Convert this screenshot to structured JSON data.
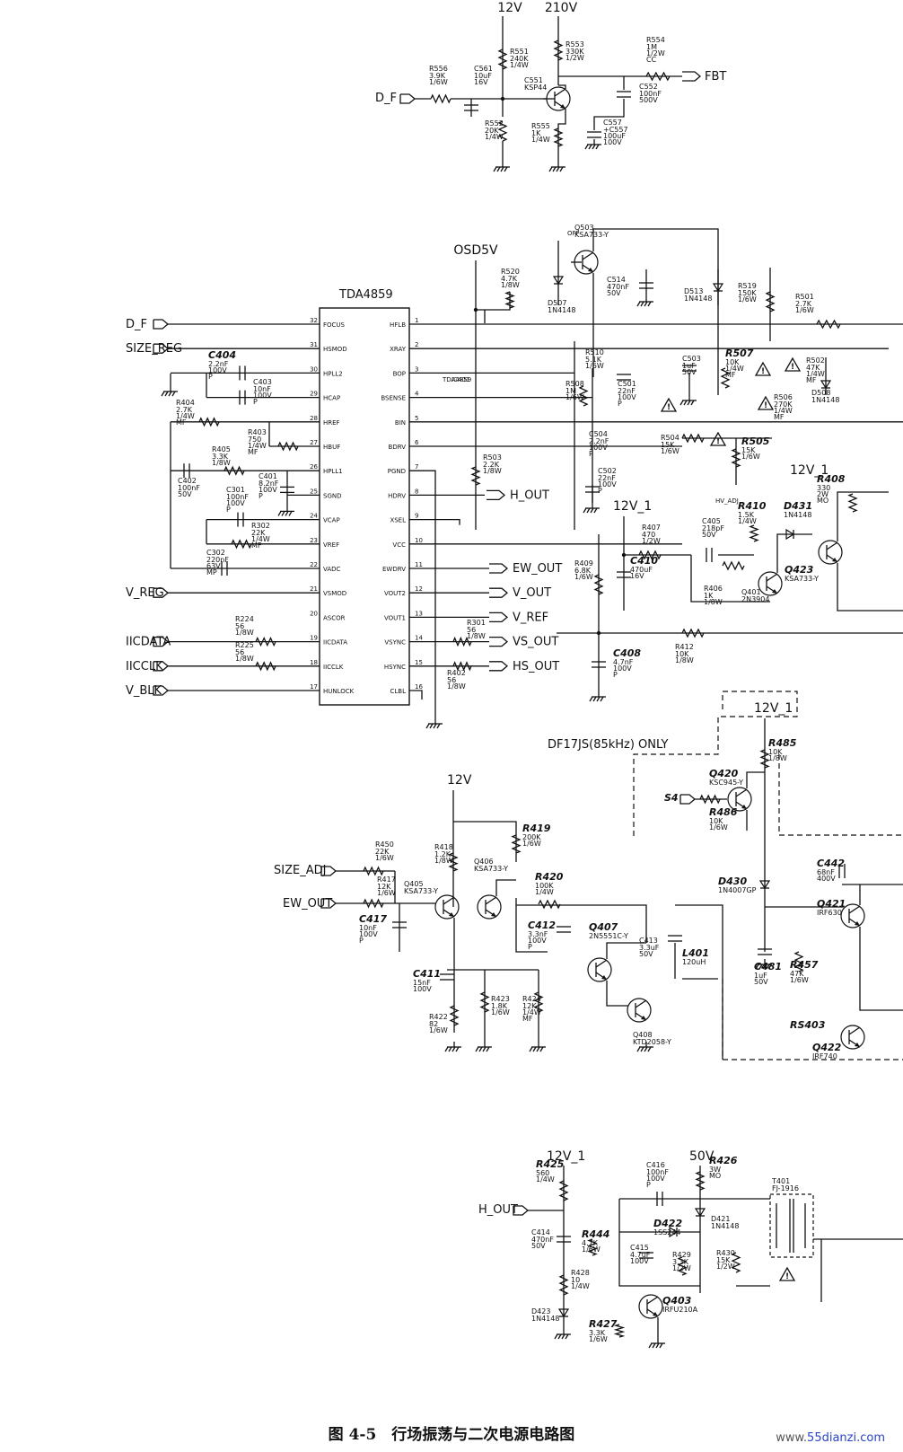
{
  "top": {
    "rails": [
      "12V",
      "210V"
    ],
    "inputs": [
      "D_F"
    ],
    "outputs": [
      "FBT"
    ],
    "parts": [
      {
        "ref": "R556",
        "val": [
          "3.9K",
          "1/6W"
        ]
      },
      {
        "ref": "C561",
        "val": [
          "10uF",
          "16V"
        ]
      },
      {
        "ref": "R551",
        "val": [
          "240K",
          "1/4W"
        ]
      },
      {
        "ref": "R553",
        "val": [
          "330K",
          "1/2W"
        ]
      },
      {
        "ref": "C551",
        "val": [
          "KSP44"
        ]
      },
      {
        "ref": "R554",
        "val": [
          "1M",
          "1/2W",
          "CC"
        ]
      },
      {
        "ref": "C552",
        "val": [
          "100nF",
          "500V"
        ]
      },
      {
        "ref": "R552",
        "val": [
          "20K",
          "1/4W"
        ]
      },
      {
        "ref": "R555",
        "val": [
          "1K",
          "1/4W"
        ]
      },
      {
        "ref": "C557",
        "val": [
          "+C557",
          "100uF",
          "100V"
        ]
      }
    ]
  },
  "tda": {
    "chip": "TDA4859",
    "rail": "OSD5V",
    "left_pins": [
      "FOCUS",
      "HSMOD",
      "HPLL2",
      "HCAP",
      "HREF",
      "HBUF",
      "HPLL1",
      "SGND",
      "VCAP",
      "VREF",
      "VADC",
      "VSMOD",
      "ASCOR",
      "IICDATA",
      "IICCLK",
      "HUNLOCK"
    ],
    "right_pins": [
      "HFLB",
      "XRAY",
      "BOP",
      "BSENSE",
      "BIN",
      "BDRV",
      "PGND",
      "HDRV",
      "XSEL",
      "VCC",
      "EWDRV",
      "VOUT2",
      "VOUT1",
      "VSYNC",
      "HSYNC",
      "CLBL"
    ],
    "left_pin_nums": [
      "32",
      "31",
      "30",
      "29",
      "28",
      "27",
      "26",
      "25",
      "24",
      "23",
      "22",
      "21",
      "20",
      "19",
      "18",
      "17"
    ],
    "right_pin_nums": [
      "1",
      "2",
      "3",
      "4",
      "5",
      "6",
      "7",
      "8",
      "9",
      "10",
      "11",
      "12",
      "13",
      "14",
      "15",
      "16"
    ],
    "inputs": [
      "D_F",
      "SIZE_REG",
      "V_REG",
      "IICDATA",
      "IICCLK",
      "V_BLK"
    ],
    "outputs": [
      "H_OUT",
      "EW_OUT",
      "V_OUT",
      "V_REF",
      "VS_OUT",
      "HS_OUT"
    ],
    "side_label": [
      "TDA4859",
      "IC401"
    ],
    "adj_label": "HV_ADJ",
    "rail2": "12V_1",
    "parts": [
      {
        "ref": "C404",
        "val": [
          "2.2nF",
          "100V",
          "P"
        ]
      },
      {
        "ref": "C403",
        "val": [
          "10nF",
          "100V",
          "P"
        ]
      },
      {
        "ref": "R404",
        "val": [
          "2.7K",
          "1/4W",
          "MF"
        ]
      },
      {
        "ref": "R403",
        "val": [
          "750",
          "1/4W",
          "MF"
        ]
      },
      {
        "ref": "R405",
        "val": [
          "3.3K",
          "1/8W"
        ]
      },
      {
        "ref": "C402",
        "val": [
          "100nF",
          "50V"
        ]
      },
      {
        "ref": "C301",
        "val": [
          "100nF",
          "100V",
          "P"
        ]
      },
      {
        "ref": "C401",
        "val": [
          "8.2nF",
          "100V",
          "P"
        ]
      },
      {
        "ref": "R302",
        "val": [
          "22K",
          "1/4W",
          "MF"
        ]
      },
      {
        "ref": "C302",
        "val": [
          "220nF",
          "63V",
          "MP"
        ]
      },
      {
        "ref": "R224",
        "val": [
          "56",
          "1/8W"
        ]
      },
      {
        "ref": "R225",
        "val": [
          "56",
          "1/8W"
        ]
      },
      {
        "ref": "R520",
        "val": [
          "4.7K",
          "1/8W"
        ]
      },
      {
        "ref": "R503",
        "val": [
          "2.2K",
          "1/8W"
        ]
      },
      {
        "ref": "R301",
        "val": [
          "56",
          "1/8W"
        ]
      },
      {
        "ref": "R402",
        "val": [
          "56",
          "1/8W"
        ]
      },
      {
        "ref": "Q503",
        "val": [
          "KSA733-Y"
        ]
      },
      {
        "ref": "D507",
        "val": [
          "1N4148"
        ]
      },
      {
        "ref": "C514",
        "val": [
          "470nF",
          "50V"
        ]
      },
      {
        "ref": "D513",
        "val": [
          "1N4148"
        ]
      },
      {
        "ref": "R519",
        "val": [
          "150K",
          "1/6W"
        ]
      },
      {
        "ref": "R501",
        "val": [
          "2.7K",
          "1/6W"
        ]
      },
      {
        "ref": "R510",
        "val": [
          "5.1K",
          "1/6W"
        ]
      },
      {
        "ref": "C503",
        "val": [
          "1uF",
          "50V"
        ]
      },
      {
        "ref": "R507",
        "val": [
          "10K",
          "1/4W",
          "MF"
        ]
      },
      {
        "ref": "R502",
        "val": [
          "47K",
          "1/4W",
          "MF"
        ]
      },
      {
        "ref": "D508",
        "val": [
          "1N4148"
        ]
      },
      {
        "ref": "R508",
        "val": [
          "1M",
          "1/6W"
        ]
      },
      {
        "ref": "C501",
        "val": [
          "22nF",
          "100V",
          "P"
        ]
      },
      {
        "ref": "R506",
        "val": [
          "270K",
          "1/4W",
          "MF"
        ]
      },
      {
        "ref": "C504",
        "val": [
          "2.2nF",
          "100V",
          "P"
        ]
      },
      {
        "ref": "R504",
        "val": [
          "15K",
          "1/6W"
        ]
      },
      {
        "ref": "R505",
        "val": [
          "15K",
          "1/6W"
        ]
      },
      {
        "ref": "C502",
        "val": [
          "22nF",
          "100V",
          "P"
        ]
      },
      {
        "ref": "R408",
        "val": [
          "330",
          "2W",
          "MO"
        ]
      },
      {
        "ref": "R407",
        "val": [
          "470",
          "1/2W"
        ]
      },
      {
        "ref": "C405",
        "val": [
          "218pF",
          "50V"
        ]
      },
      {
        "ref": "R410",
        "val": [
          "1.5K",
          "1/4W"
        ]
      },
      {
        "ref": "D431",
        "val": [
          "1N4148"
        ]
      },
      {
        "ref": "R409",
        "val": [
          "6.8K",
          "1/6W"
        ]
      },
      {
        "ref": "C410",
        "val": [
          "470uF",
          "16V"
        ]
      },
      {
        "ref": "R406",
        "val": [
          "1K",
          "1/8W"
        ]
      },
      {
        "ref": "Q401",
        "val": [
          "2N3904"
        ]
      },
      {
        "ref": "Q423",
        "val": [
          "KSA733-Y"
        ]
      },
      {
        "ref": "C408",
        "val": [
          "4.7nF",
          "100V",
          "P"
        ]
      },
      {
        "ref": "R412",
        "val": [
          "10K",
          "1/8W"
        ]
      }
    ]
  },
  "ew": {
    "rail": "12V",
    "inputs": [
      "SIZE_ADJ",
      "EW_OUT"
    ],
    "parts": [
      {
        "ref": "R450",
        "val": [
          "22K",
          "1/6W"
        ]
      },
      {
        "ref": "R417",
        "val": [
          "12K",
          "1/6W"
        ]
      },
      {
        "ref": "R418",
        "val": [
          "1.2K",
          "1/8W"
        ]
      },
      {
        "ref": "Q405",
        "val": [
          "KSA733-Y"
        ]
      },
      {
        "ref": "Q406",
        "val": [
          "KSA733-Y"
        ]
      },
      {
        "ref": "R419",
        "val": [
          "200K",
          "1/6W"
        ]
      },
      {
        "ref": "R420",
        "val": [
          "100K",
          "1/4W"
        ]
      },
      {
        "ref": "C417",
        "val": [
          "10nF",
          "100V",
          "P"
        ]
      },
      {
        "ref": "C412",
        "val": [
          "3.3nF",
          "100V",
          "P"
        ]
      },
      {
        "ref": "Q407",
        "val": [
          "2N5551C-Y"
        ]
      },
      {
        "ref": "C413",
        "val": [
          "3.3uF",
          "50V"
        ]
      },
      {
        "ref": "L401",
        "val": [
          "120uH"
        ]
      },
      {
        "ref": "C411",
        "val": [
          "15nF",
          "100V"
        ]
      },
      {
        "ref": "R423",
        "val": [
          "1.8K",
          "1/6W"
        ]
      },
      {
        "ref": "R424",
        "val": [
          "12K",
          "1/4W",
          "MF"
        ]
      },
      {
        "ref": "R422",
        "val": [
          "82",
          "1/6W"
        ]
      },
      {
        "ref": "Q408",
        "val": [
          "KTD2058-Y"
        ]
      }
    ]
  },
  "df": {
    "rail": "12V_1",
    "note": "DF17JS(85kHz) ONLY",
    "inputs": [
      "S4"
    ],
    "parts": [
      {
        "ref": "R485",
        "val": [
          "10K",
          "1/8W"
        ]
      },
      {
        "ref": "Q420",
        "val": [
          "KSC945-Y"
        ]
      },
      {
        "ref": "R486",
        "val": [
          "10K",
          "1/6W"
        ]
      },
      {
        "ref": "D430",
        "val": [
          "1N4007GP"
        ]
      },
      {
        "ref": "C442",
        "val": [
          "68nF",
          "400V"
        ]
      },
      {
        "ref": "Q421",
        "val": [
          "IRF630"
        ]
      },
      {
        "ref": "C481",
        "val": [
          "1uF",
          "50V"
        ]
      },
      {
        "ref": "R457",
        "val": [
          "47K",
          "1/6W"
        ]
      },
      {
        "ref": "RS403",
        "val": [
          ""
        ]
      },
      {
        "ref": "Q422",
        "val": [
          "IRF740"
        ]
      }
    ]
  },
  "bottom": {
    "rails": [
      "12V_1",
      "50V"
    ],
    "inputs": [
      "H_OUT"
    ],
    "parts": [
      {
        "ref": "R425",
        "val": [
          "560",
          "1/4W"
        ]
      },
      {
        "ref": "C416",
        "val": [
          "100nF",
          "100V",
          "P"
        ]
      },
      {
        "ref": "R426",
        "val": [
          "3W",
          "MO"
        ]
      },
      {
        "ref": "T401",
        "val": [
          "FJ-1916"
        ]
      },
      {
        "ref": "C414",
        "val": [
          "470nF",
          "50V"
        ]
      },
      {
        "ref": "R444",
        "val": [
          "4.7K",
          "1/6W"
        ]
      },
      {
        "ref": "D422",
        "val": [
          "1SS244"
        ]
      },
      {
        "ref": "D421",
        "val": [
          "1N4148"
        ]
      },
      {
        "ref": "C415",
        "val": [
          "4.7uF",
          "100V"
        ]
      },
      {
        "ref": "R429",
        "val": [
          "3.3K",
          "1/2W"
        ]
      },
      {
        "ref": "R430",
        "val": [
          "15K",
          "1/2W"
        ]
      },
      {
        "ref": "R428",
        "val": [
          "10",
          "1/4W"
        ]
      },
      {
        "ref": "D423",
        "val": [
          "1N4148"
        ]
      },
      {
        "ref": "Q403",
        "val": [
          "IRFU210A"
        ]
      },
      {
        "ref": "R427",
        "val": [
          "3.3K",
          "1/6W"
        ]
      }
    ]
  },
  "caption": "图 4-5　行场振荡与二次电源电路图",
  "watermark": {
    "prefix": "www.",
    "site": "55dianzi.com"
  }
}
